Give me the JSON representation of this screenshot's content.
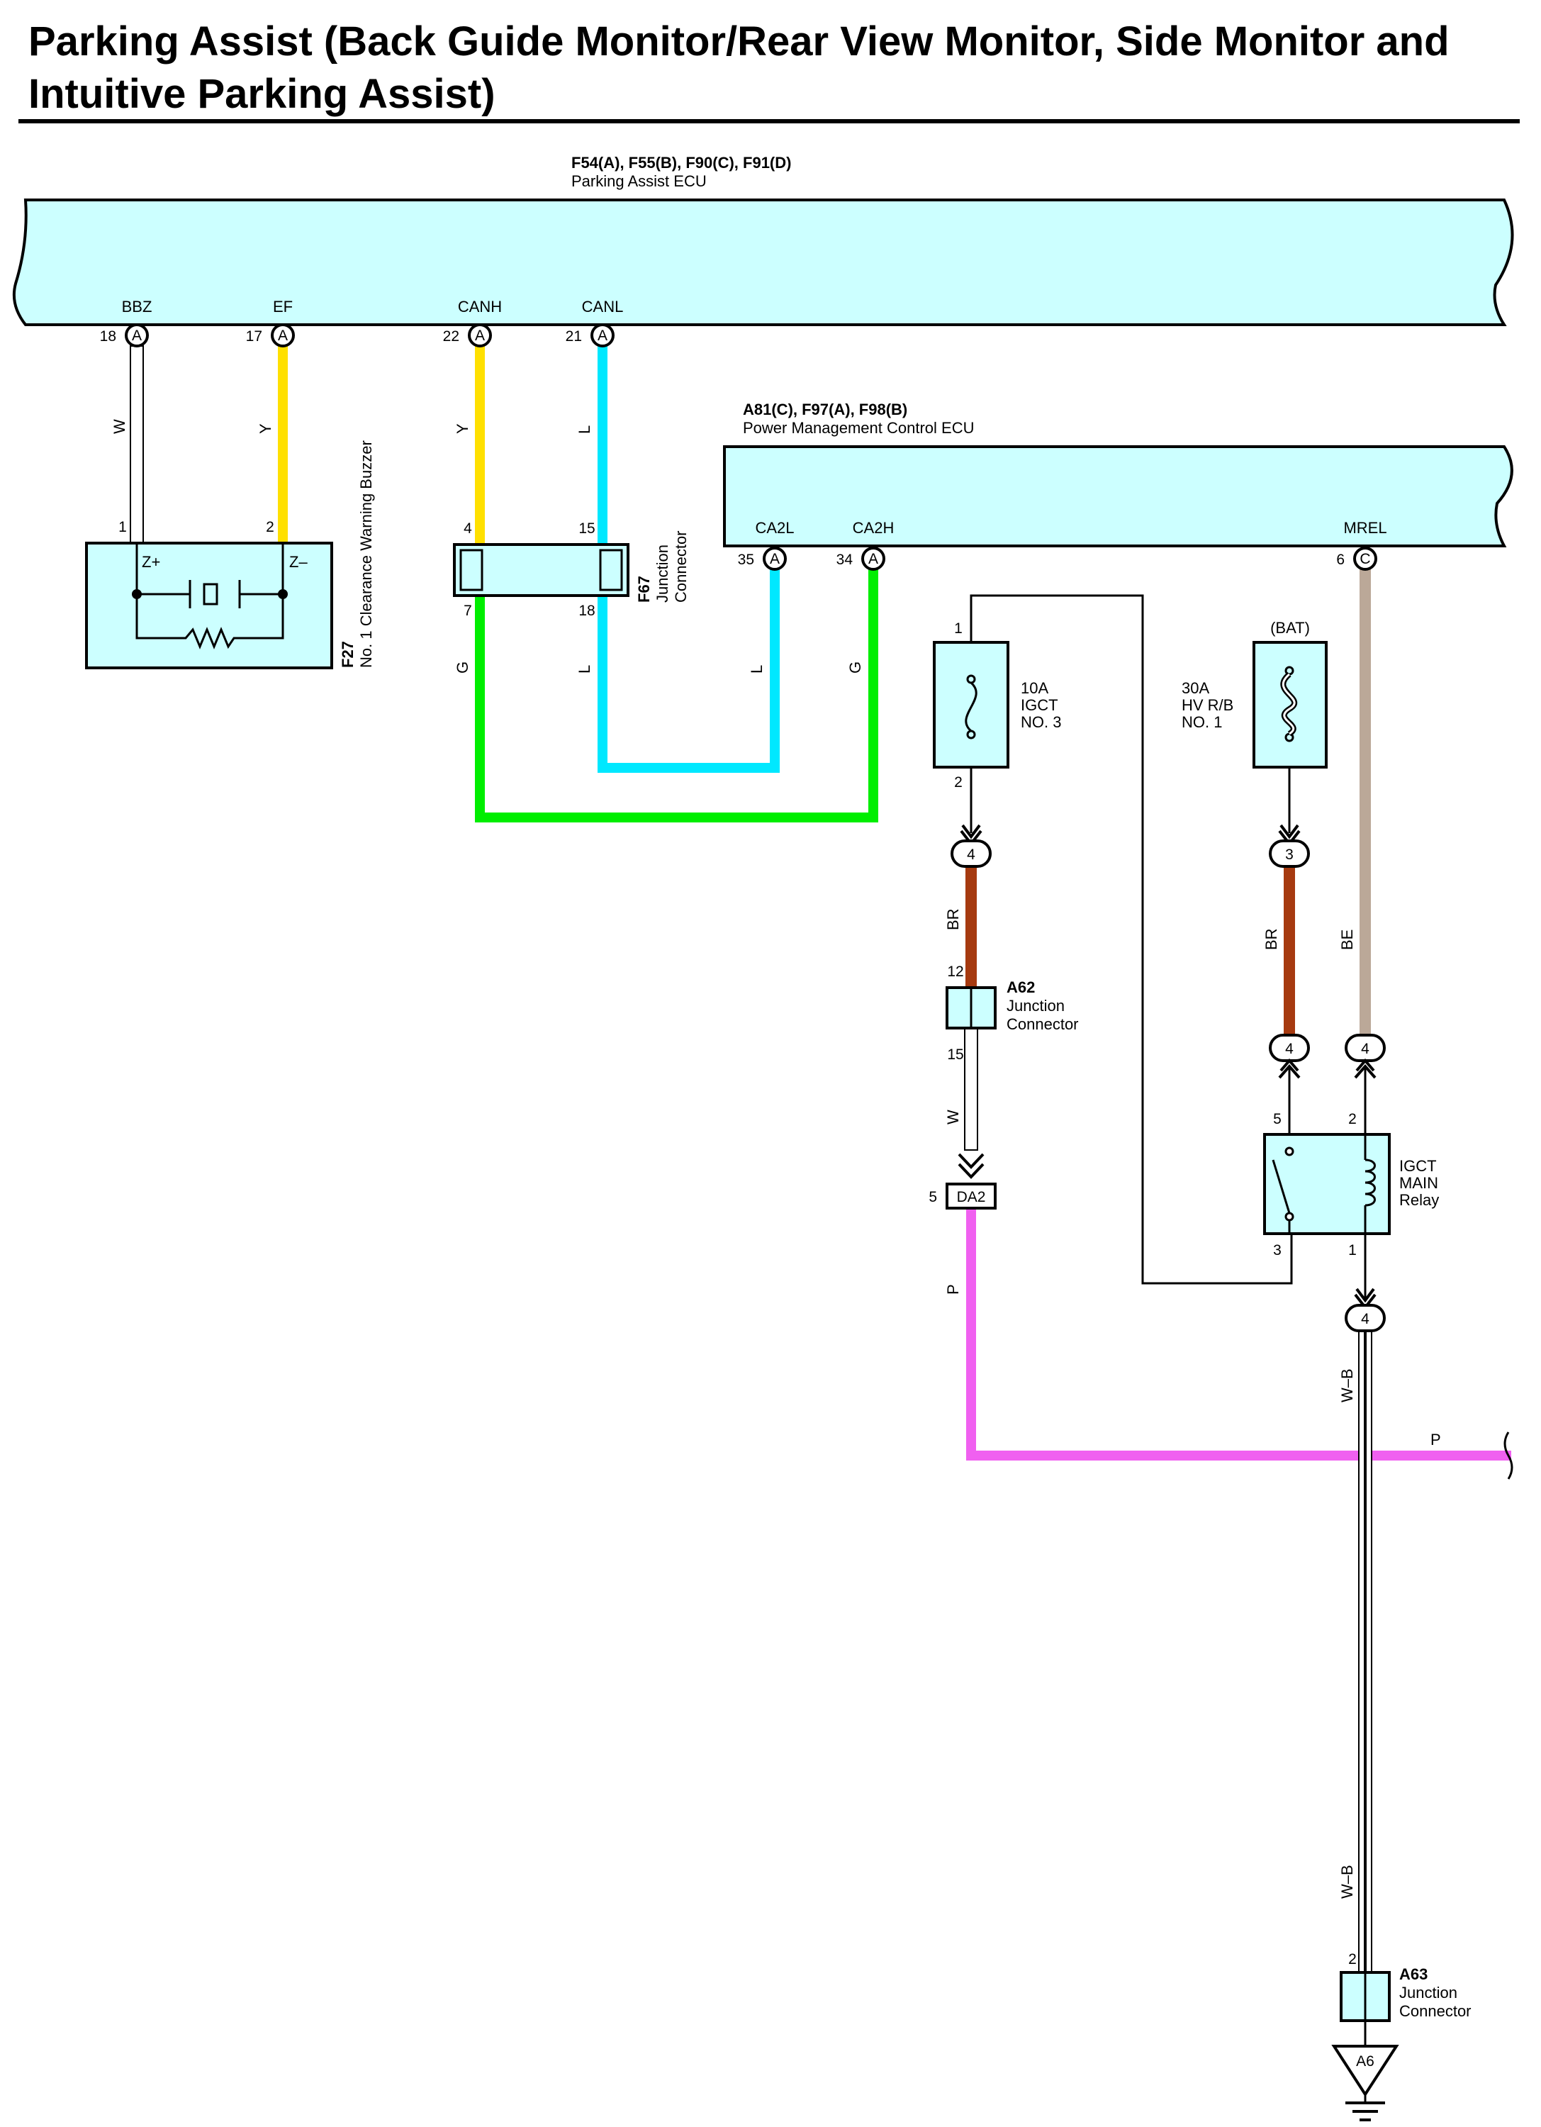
{
  "title": "Parking Assist (Back Guide Monitor/Rear View Monitor, Side Monitor and Intuitive Parking Assist)",
  "colors": {
    "component_fill": "#ccffff",
    "wire_Y": "#ffe000",
    "wire_L": "#00e8ff",
    "wire_G": "#00ee00",
    "wire_BR": "#a63a10",
    "wire_BE": "#bba898",
    "wire_P": "#f060f0",
    "wire_W": "#ffffff"
  },
  "parking_ecu": {
    "connectors": "F54(A), F55(B), F90(C), F91(D)",
    "name": "Parking Assist ECU",
    "terminals": [
      {
        "name": "BBZ",
        "pin": "18",
        "conn": "A"
      },
      {
        "name": "EF",
        "pin": "17",
        "conn": "A"
      },
      {
        "name": "CANH",
        "pin": "22",
        "conn": "A"
      },
      {
        "name": "CANL",
        "pin": "21",
        "conn": "A"
      }
    ]
  },
  "power_ecu": {
    "connectors": "A81(C), F97(A), F98(B)",
    "name": "Power Management Control ECU",
    "terminals": [
      {
        "name": "CA2L",
        "pin": "35",
        "conn": "A"
      },
      {
        "name": "CA2H",
        "pin": "34",
        "conn": "A"
      },
      {
        "name": "MREL",
        "pin": "6",
        "conn": "C"
      }
    ]
  },
  "buzzer": {
    "id": "F27",
    "name": "No. 1 Clearance Warning Buzzer",
    "terminal_pos": "Z+",
    "terminal_neg": "Z–",
    "pin1": "1",
    "pin2": "2"
  },
  "f67": {
    "id": "F67",
    "line1": "Junction",
    "line2": "Connector",
    "pins": {
      "top_left": "4",
      "top_right": "15",
      "bottom_left": "7",
      "bottom_right": "18"
    }
  },
  "fuse_igct": {
    "amps": "10A",
    "name1": "IGCT",
    "name2": "NO. 3",
    "pin_top": "1",
    "pin_bottom": "2"
  },
  "fuse_hv": {
    "amps": "30A",
    "name1": "HV R/B",
    "name2": "NO. 1",
    "source": "(BAT)"
  },
  "a62": {
    "id": "A62",
    "line1": "Junction",
    "line2": "Connector",
    "pin_top": "12",
    "pin_bottom": "15"
  },
  "da2": {
    "id": "DA2",
    "pin": "5"
  },
  "relay": {
    "line1": "IGCT",
    "line2": "MAIN",
    "line3": "Relay",
    "pins": {
      "p5": "5",
      "p2": "2",
      "p3": "3",
      "p1": "1"
    }
  },
  "a63": {
    "id": "A63",
    "line1": "Junction",
    "line2": "Connector",
    "pin": "2"
  },
  "ground": {
    "id": "A6"
  },
  "junction_codes": {
    "fuse_igct_out": "4",
    "fuse_hv_out": "3",
    "relay_in_br": "4",
    "relay_in_be": "4",
    "relay_out": "4"
  },
  "wire_labels": {
    "bbz": "W",
    "ef": "Y",
    "canh": "Y",
    "canl": "L",
    "f67_out_g": "G",
    "f67_out_l": "L",
    "ca2l": "L",
    "ca2h": "G",
    "fuse_br": "BR",
    "hv_br": "BR",
    "mrel_be": "BE",
    "a62_w": "W",
    "da2_p": "P",
    "relay_wb_1": "W–B",
    "relay_wb_2": "W–B",
    "bus_p": "P"
  }
}
